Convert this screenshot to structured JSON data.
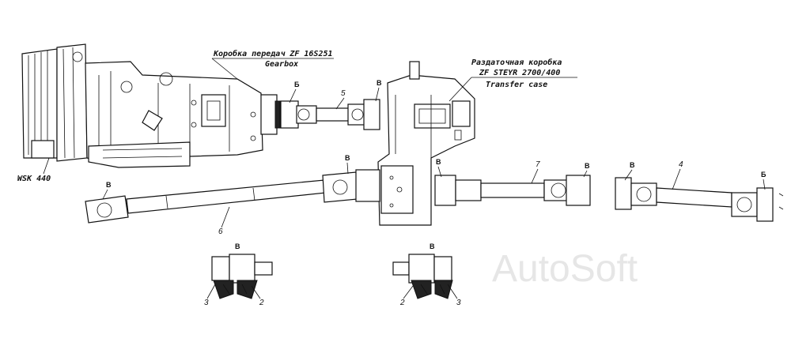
{
  "labels": {
    "gearbox_ru": "Коробка передач ZF 16S251",
    "gearbox_en": "Gearbox",
    "transfer_ru1": "Раздаточная коробка",
    "transfer_ru2": "ZF STEYR 2700/400",
    "transfer_en": "Transfer case",
    "wsk": "WSK 440"
  },
  "part_numbers": {
    "shaft5": "5",
    "shaft6": "6",
    "shaft7": "7",
    "shaft4": "4",
    "detail_left_2": "2",
    "detail_left_3": "3",
    "detail_right_2": "2",
    "detail_right_3": "3"
  },
  "markers": {
    "b1": "Б",
    "v1": "В",
    "v2": "В",
    "v3": "В",
    "v4": "В",
    "v5": "В",
    "v6": "В",
    "b2": "Б",
    "v_detail_left": "В",
    "v_detail_right": "В"
  },
  "watermark": "AutoSoft"
}
